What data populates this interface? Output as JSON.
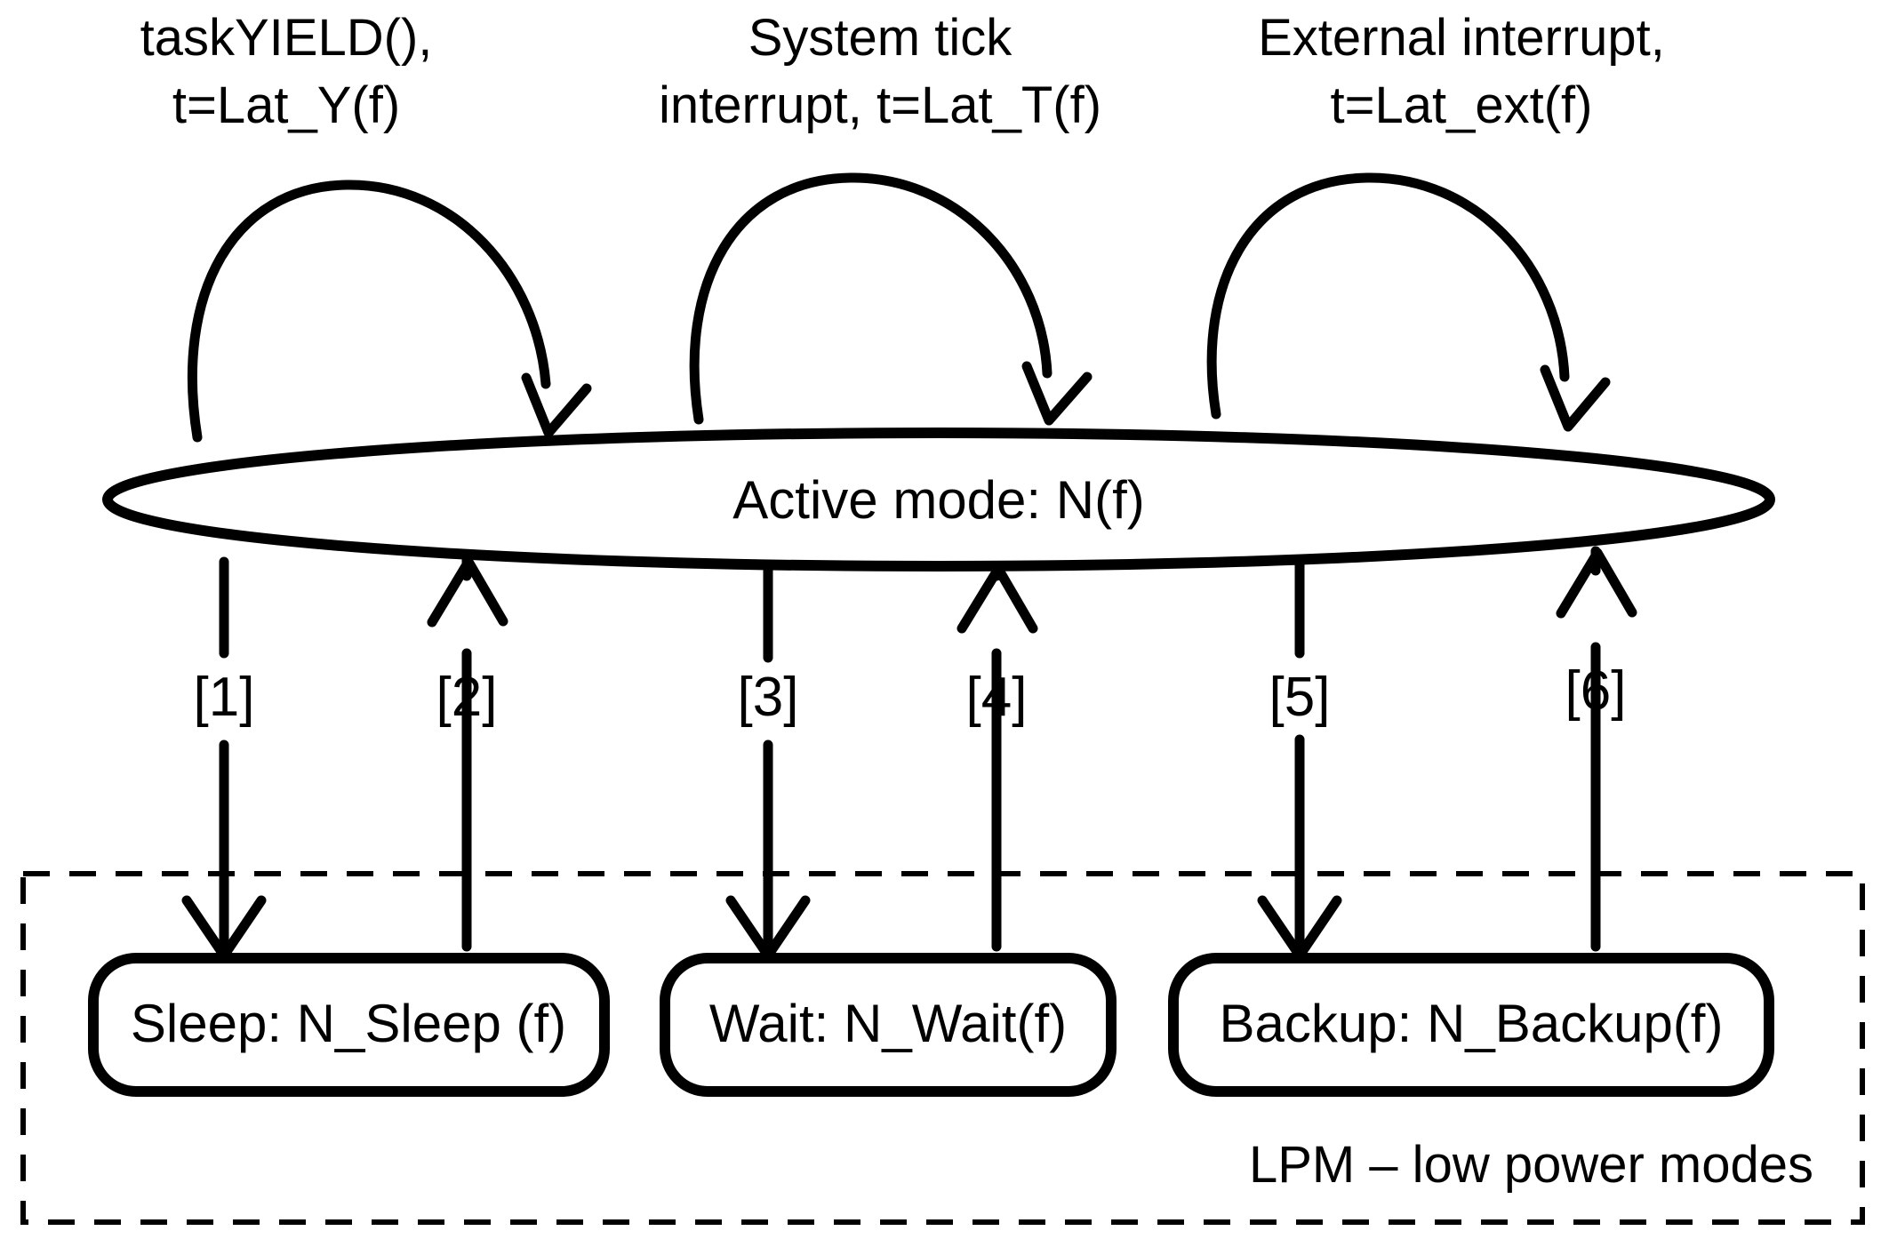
{
  "diagram": {
    "title": "Power mode state transition diagram",
    "colors": {
      "stroke": "#000000",
      "background": "#ffffff"
    },
    "active_state": {
      "label": "Active mode: N(f)",
      "shape": "ellipse"
    },
    "events": [
      {
        "id": "yield",
        "line1": "taskYIELD(),",
        "line2": "t=Lat_Y(f)"
      },
      {
        "id": "system-tick",
        "line1": "System tick",
        "line2": "interrupt, t=Lat_T(f)"
      },
      {
        "id": "external-interrupt",
        "line1": "External interrupt,",
        "line2": "t=Lat_ext(f)"
      }
    ],
    "lpm_states": [
      {
        "id": "sleep",
        "label": "Sleep: N_Sleep (f)"
      },
      {
        "id": "wait",
        "label": "Wait: N_Wait(f)"
      },
      {
        "id": "backup",
        "label": "Backup: N_Backup(f)"
      }
    ],
    "transitions": [
      {
        "id": "t1",
        "label": "[1]",
        "direction": "down",
        "from": "active-mode",
        "to": "sleep"
      },
      {
        "id": "t2",
        "label": "[2]",
        "direction": "up",
        "from": "sleep",
        "to": "active-mode"
      },
      {
        "id": "t3",
        "label": "[3]",
        "direction": "down",
        "from": "active-mode",
        "to": "wait"
      },
      {
        "id": "t4",
        "label": "[4]",
        "direction": "up",
        "from": "wait",
        "to": "active-mode"
      },
      {
        "id": "t5",
        "label": "[5]",
        "direction": "down",
        "from": "active-mode",
        "to": "backup"
      },
      {
        "id": "t6",
        "label": "[6]",
        "direction": "up",
        "from": "backup",
        "to": "active-mode"
      }
    ],
    "self_loops": [
      {
        "id": "loop-yield",
        "event": "yield"
      },
      {
        "id": "loop-system-tick",
        "event": "system-tick"
      },
      {
        "id": "loop-external-interrupt",
        "event": "external-interrupt"
      }
    ],
    "legend": {
      "text": "LPM – low power modes"
    }
  }
}
